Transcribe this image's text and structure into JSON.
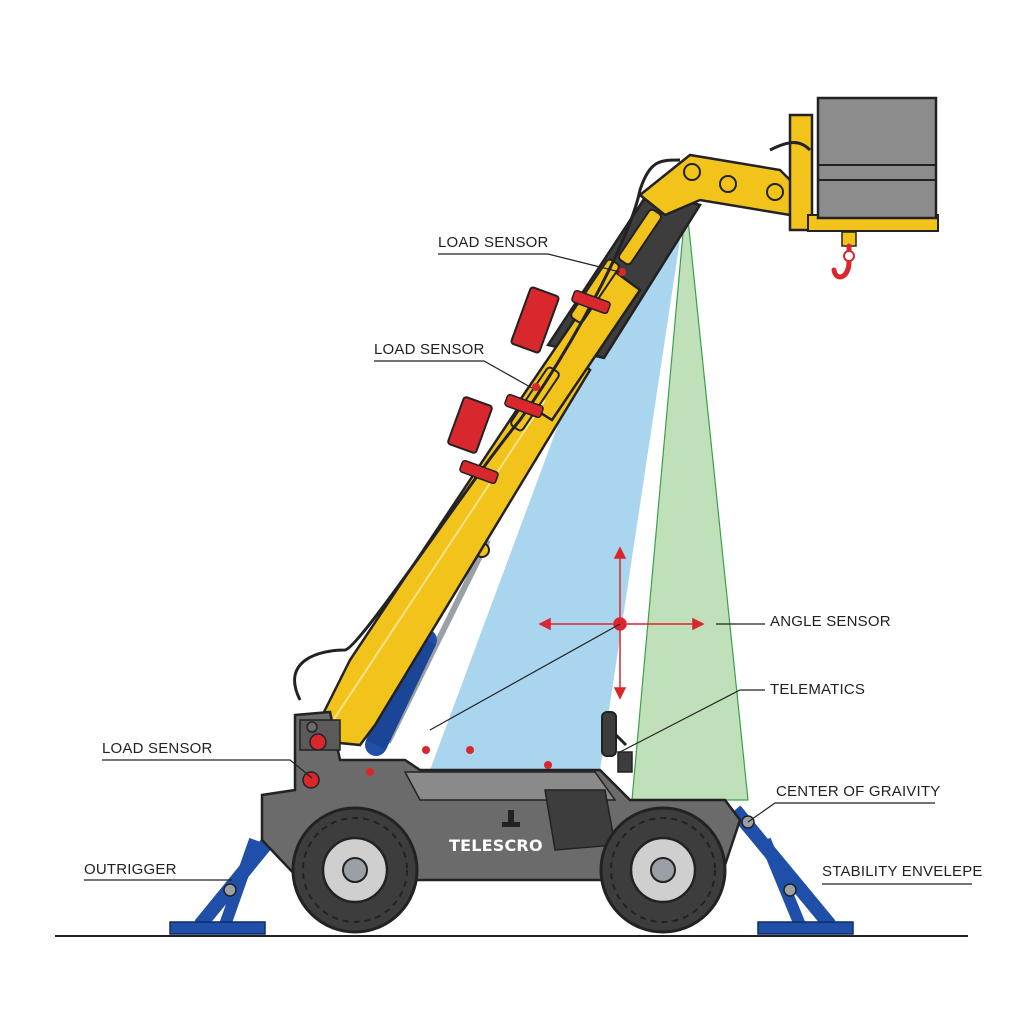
{
  "labels": {
    "load_sensor_top": "LOAD SENSOR",
    "load_sensor_middle": "LOAD SENSOR",
    "load_sensor_base": "LOAD SENSOR",
    "outrigger": "OUTRIGGER",
    "angle_sensor": "ANGLE SENSOR",
    "telematics": "TELEMATICS",
    "center_of_gravity": "CENTER OF GRAIVITY",
    "stability_envelope": "STABILITY ENVELEPE"
  },
  "machine": {
    "brand_text": "TELESCRO"
  },
  "colors": {
    "boom_yellow": "#f2c31a",
    "boom_dark": "#3d3d3d",
    "chassis_gray": "#6b6b6b",
    "outrigger_blue": "#1f4fa8",
    "hydraulic_blue": "#1f4fa8",
    "sensor_red": "#d9272e",
    "envelope_blue": "#8ec7ea",
    "envelope_green": "#a9d6a0",
    "load_gray": "#8c8c8c"
  }
}
